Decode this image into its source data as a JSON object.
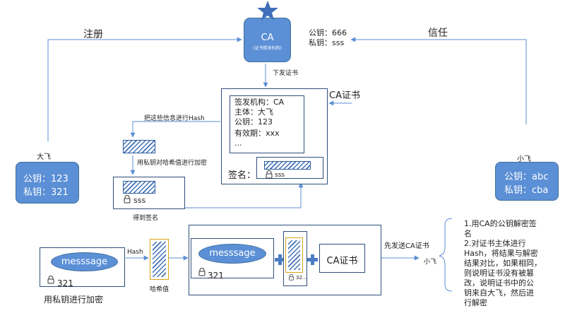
{
  "ca": {
    "title": "CA",
    "subtitle": "(证书颁发机构)",
    "public_key": "公钥：666",
    "private_key": "私钥：sss"
  },
  "labels": {
    "register": "注册",
    "trust": "信任",
    "issue_cert": "下发证书",
    "ca_cert": "CA证书",
    "hash_info": "把这些信息进行Hash",
    "encrypt_hash": "用私钥对哈希值进行加密",
    "get_signature": "得到签名",
    "hash": "Hash",
    "hash_value": "哈希值",
    "encrypt_private": "用私钥进行加密",
    "send_first": "先发送CA证书",
    "xiaofei_bottom": "小飞"
  },
  "certificate": {
    "issuer": "签发机构：CA",
    "subject": "主体：大飞",
    "public_key": "公钥：123",
    "validity": "有效期：xxx",
    "more": "...",
    "signature_label": "签名：",
    "sig_value": "sss"
  },
  "signature_box": {
    "value": "sss"
  },
  "dafei": {
    "name": "大飞",
    "public_key": "公钥：123",
    "private_key": "私钥：321"
  },
  "xiaofei": {
    "name": "小飞",
    "public_key": "公钥：abc",
    "private_key": "私钥：cba"
  },
  "message_left": {
    "text": "messsage",
    "key": "321"
  },
  "message_right": {
    "text": "messsage",
    "key": "321",
    "hash_key": "32...",
    "cert_label": "CA证书"
  },
  "steps": [
    "1.用CA的公钥解密签",
    "名",
    "2.对证书主体进行",
    "Hash，将结果与解密",
    "结果对比，如果相同，",
    "则说明证书没有被篡",
    "改，说明证书中的公",
    "钥来自大飞，然后进",
    "行解密"
  ]
}
